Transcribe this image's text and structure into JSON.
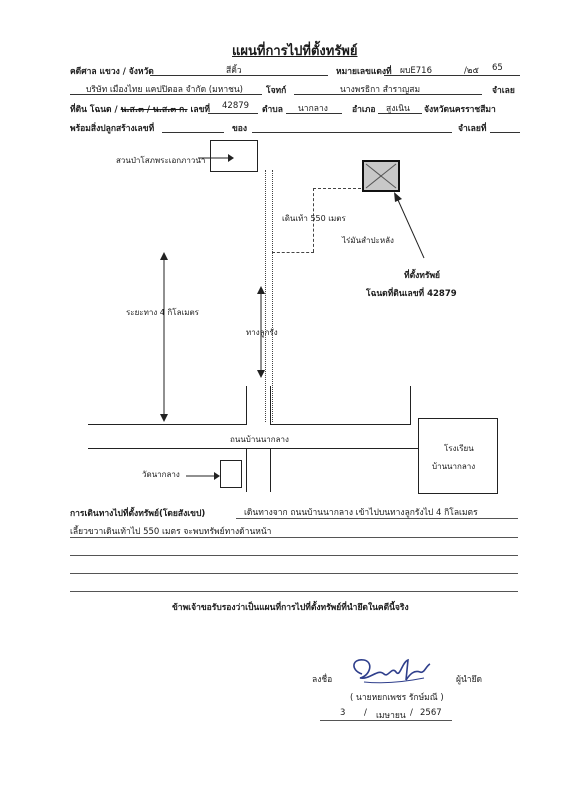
{
  "title": "แผนที่การไปที่ตั้งทรัพย์",
  "header": {
    "court_label": "คดีศาล แขวง / จังหวัด",
    "court_value": "สีคิ้ว",
    "case_no_label": "หมายเลขแดงที่",
    "case_no_value": "ผบE716",
    "case_no_sep": "/๒๕",
    "case_no_year": "65",
    "plaintiff_value": "บริษัท เมืองไทย แคปปิตอล จำกัด (มหาชน)",
    "plaintiff_label": "โจทก์",
    "defendant_value": "นางพรธิกา สำราญสม",
    "defendant_label": "จำเลย",
    "land_label_prefix": "ที่ดิน โฉนด /",
    "land_label_strike": "น.ส.๓ / น.ส.๓ ก.",
    "land_label_no": "เลขที่",
    "land_no_value": "42879",
    "subdistrict_label": "ตำบล",
    "subdistrict_value": "นากลาง",
    "district_label": "อำเภอ",
    "district_value": "สูงเนิน",
    "province_label": "จังหวัดนครราชสีมา",
    "building_label": "พร้อมสิ่งปลูกสร้างเลขที่",
    "of_label": "ของ",
    "defendant_no_label": "จำเลยที่"
  },
  "map": {
    "park": "สวนป่าโสภพระเอกภาวนา",
    "walk": "เดินเท้า 550 เมตร",
    "cassava": "ไร่มันสำปะหลัง",
    "property_line1": "ที่ตั้งทรัพย์",
    "property_line2": "โฉนดที่ดินเลขที่ 42879",
    "distance": "ระยะทาง 4 กิโลเมตร",
    "gravel_road": "ทางลูกรัง",
    "main_road": "ถนนบ้านนากลาง",
    "temple": "วัดนากลาง",
    "school_line1": "โรงเรียน",
    "school_line2": "บ้านนากลาง"
  },
  "directions": {
    "label": "การเดินทางไปที่ตั้งทรัพย์(โดยสังเขป)",
    "line1": "เดินทางจาก ถนนบ้านนากลาง เข้าไปบนทางลูกรังไป 4 กิโลเมตร",
    "line2": "เลี้ยวขวาเดินเท้าไป 550 เมตร จะพบทรัพย์ทางด้านหน้า"
  },
  "certify": "ข้าพเจ้าขอรับรองว่าเป็นแผนที่การไปที่ตั้งทรัพย์ที่นำยึดในคดีนี้จริง",
  "signature": {
    "sign_label": "ลงชื่อ",
    "role": "ผู้นำยึด",
    "name": "( นายหยกเพชร รักษ์มณี )",
    "day": "3",
    "sep1": "/",
    "month": "เมษายน",
    "sep2": "/",
    "year": "2567"
  },
  "colors": {
    "ink": "#1a1a1a",
    "signature": "#2f3f8c",
    "property_box": "#c8c8c8"
  }
}
